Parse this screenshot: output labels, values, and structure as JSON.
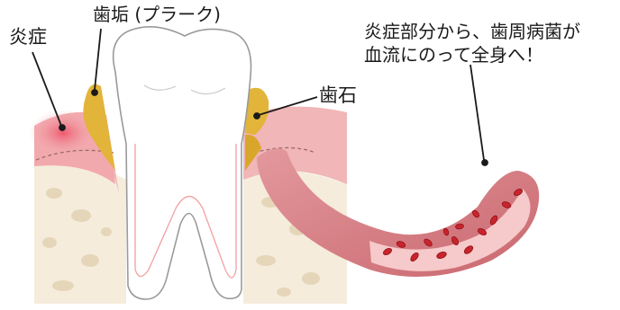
{
  "labels": {
    "inflammation": "炎症",
    "plaque": "歯垢 (プラーク)",
    "tartar": "歯石",
    "spread_line1": "炎症部分から、歯周病菌が",
    "spread_line2": "血流にのって全身へ！"
  },
  "colors": {
    "gum": "#f0b6b8",
    "gum_dark": "#e4898d",
    "inflamed": "#f0697a",
    "bone": "#f5ecdc",
    "bone_spot": "#e3d3b6",
    "tooth": "#ffffff",
    "tooth_outline": "#9a9a9a",
    "plaque": "#e2b43a",
    "vessel": "#d67e84",
    "vessel_inner": "#f6c9ca",
    "blood_cell": "#c9242c"
  }
}
